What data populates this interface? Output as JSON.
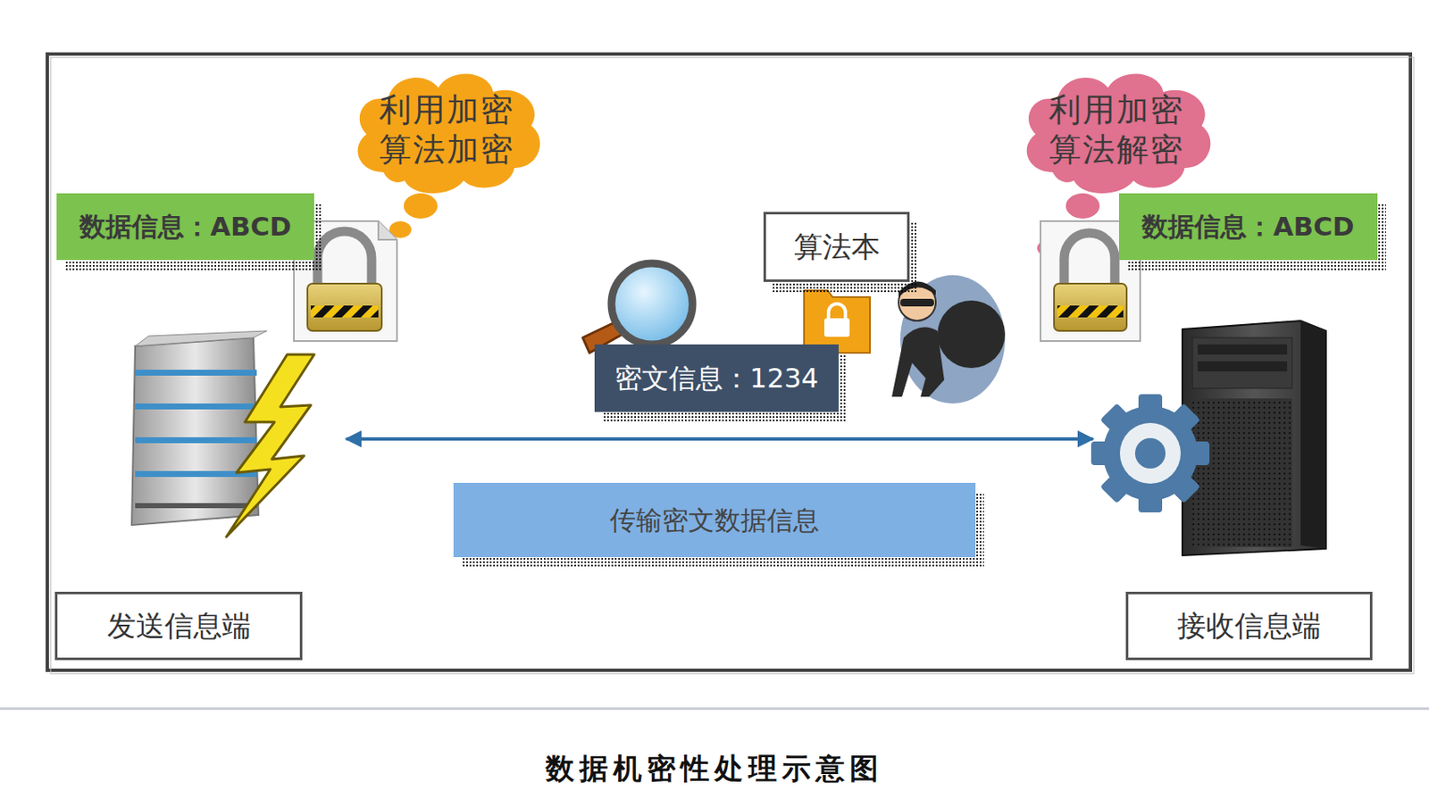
{
  "diagram": {
    "caption": "数据机密性处理示意图",
    "nodes": [
      {
        "text": [
          "利用加密 算法加密"
        ]
      },
      {
        "text": [
          "利用加密 算法解密"
        ]
      },
      {
        "text": [
          "数据信息：ABCD"
        ]
      },
      {
        "text": [
          "算法本"
        ]
      },
      {
        "text": [
          "数据信息：ABCD"
        ]
      },
      {
        "text": [
          "密文信息：1234"
        ]
      },
      {
        "text": [
          "传输密文数据信息"
        ]
      },
      {
        "text": [
          "发送信息端"
        ]
      },
      {
        "text": [
          "接收信息端"
        ]
      }
    ]
  }
}
